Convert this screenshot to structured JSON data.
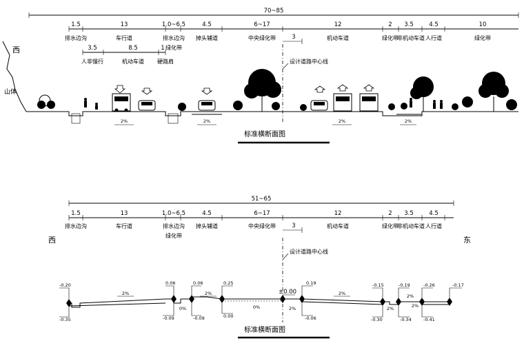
{
  "top": {
    "total": "70~85",
    "widths": [
      "1.5",
      "13",
      "1.0~6.5",
      "4.5",
      "6~17",
      "3",
      "12",
      "2",
      "3.5",
      "4.5",
      "10"
    ],
    "labels": [
      "排水边沟",
      "车行道",
      "排水边沟",
      "掉头辅道",
      "中央绿化带",
      "机动车道",
      "绿化带",
      "非机动车道",
      "人行道",
      "绿化带"
    ],
    "greenbelt_label": "绿化带",
    "sub_widths": [
      "3.5",
      "8.5",
      "1"
    ],
    "sub_labels": [
      "人非慢行",
      "机动车道",
      "硬路肩"
    ],
    "west": "西",
    "mountain": "山体",
    "centerline": "设计道路中心线",
    "slopes": [
      "2%",
      "2%",
      "2%",
      "2%"
    ],
    "title": "标准横断面图"
  },
  "bottom": {
    "total": "51~65",
    "widths": [
      "1.5",
      "13",
      "1.0~6.5",
      "4.5",
      "6~17",
      "3",
      "12",
      "2",
      "3.5",
      "4.5"
    ],
    "labels": [
      "排水边沟",
      "车行道",
      "排水边沟",
      "掉头辅道",
      "中央绿化带",
      "机动车道",
      "绿化带",
      "非机动车道",
      "人行道"
    ],
    "greenbelt_label": "绿化带",
    "west": "西",
    "east": "东",
    "centerline": "设计道路中心线",
    "elev_top": [
      "-0.20",
      "0.06",
      "0.06",
      "0.25",
      "±0.00",
      "0.19",
      "-0.15",
      "-0.19",
      "-0.26",
      "-0.17"
    ],
    "elev_bottom": [
      "-0.35",
      "-0.09",
      "-0.09",
      "0.00",
      "-0.06",
      "-0.30",
      "-0.34",
      "-0.41"
    ],
    "slopes": [
      "2%",
      "0%",
      "2%",
      "0%",
      "2%",
      "2%",
      "2%",
      "2%",
      "2%"
    ],
    "title": "标准横断面图"
  }
}
